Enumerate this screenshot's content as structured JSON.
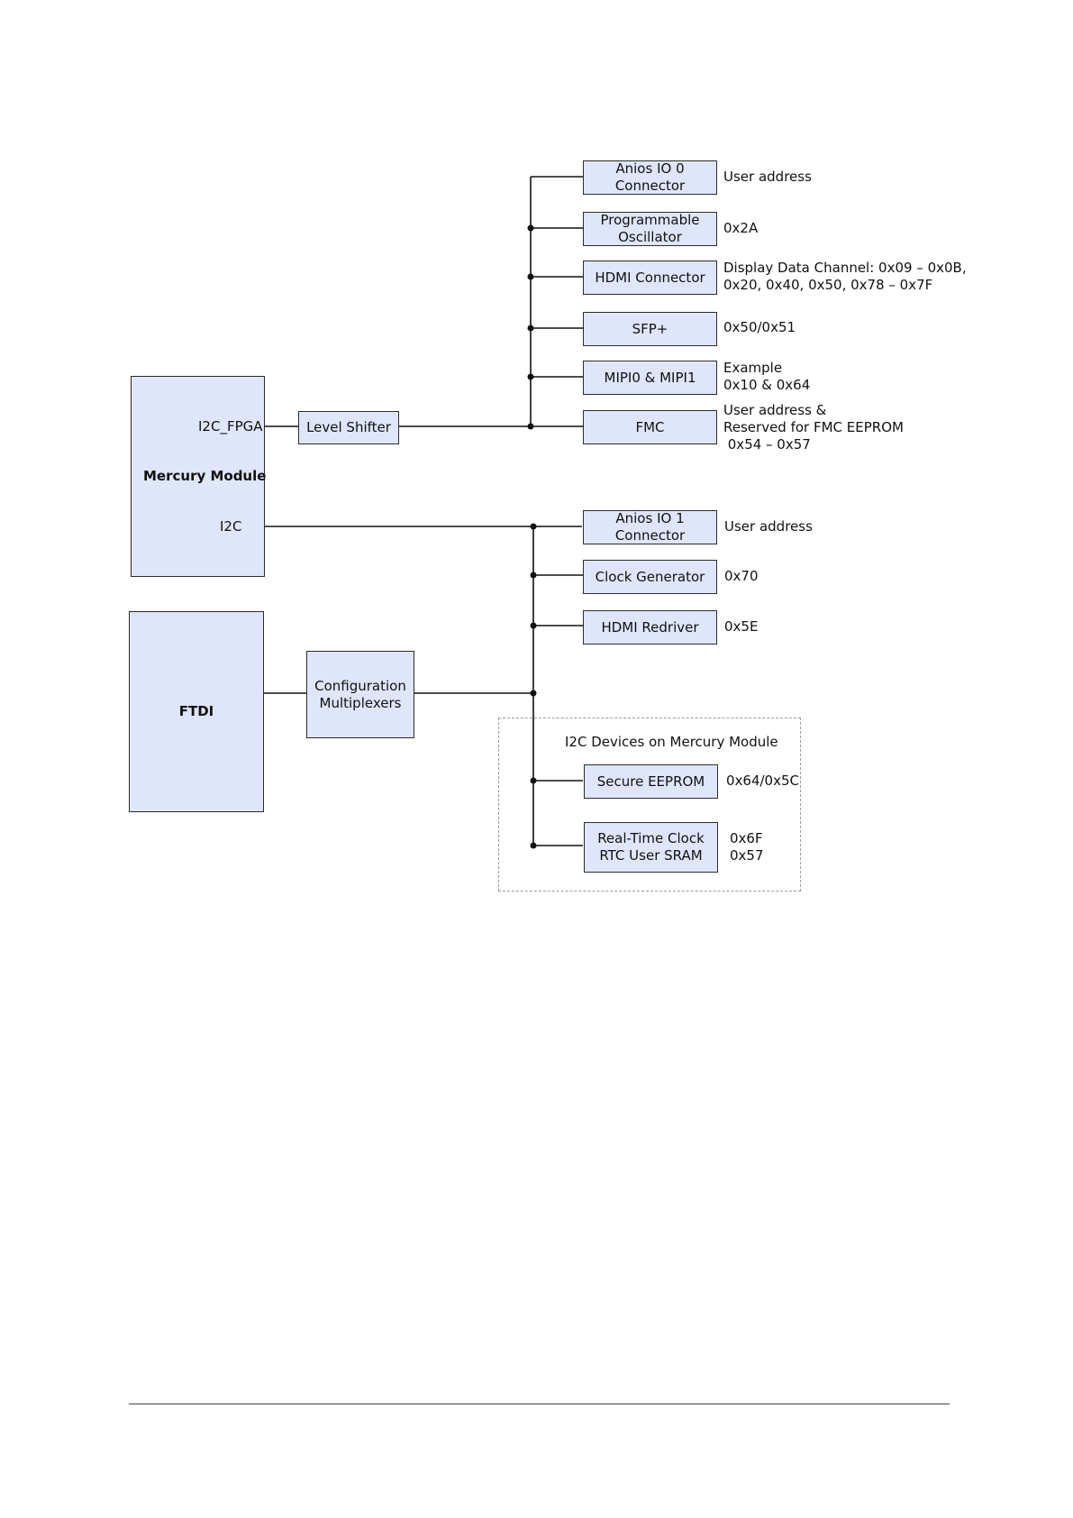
{
  "diagram": {
    "mercury_module": {
      "title": "Mercury Module",
      "port_fpga": "I2C_FPGA",
      "port_i2c": "I2C"
    },
    "ftdi": {
      "title": "FTDI"
    },
    "level_shifter": "Level Shifter",
    "config_mux": "Configuration\nMultiplexers",
    "upper_bus_devices": [
      {
        "name": "Anios IO 0\nConnector",
        "address": "User address"
      },
      {
        "name": "Programmable\nOscillator",
        "address": "0x2A"
      },
      {
        "name": "HDMI Connector",
        "address": "Display Data Channel: 0x09 – 0x0B,\n0x20, 0x40, 0x50, 0x78 – 0x7F"
      },
      {
        "name": "SFP+",
        "address": "0x50/0x51"
      },
      {
        "name": "MIPI0 & MIPI1",
        "address": "Example\n0x10 & 0x64"
      },
      {
        "name": "FMC",
        "address": "User address &\nReserved for FMC EEPROM\n 0x54 – 0x57"
      }
    ],
    "lower_bus_devices": [
      {
        "name": "Anios IO 1\nConnector",
        "address": "User address"
      },
      {
        "name": "Clock Generator",
        "address": "0x70"
      },
      {
        "name": "HDMI Redriver",
        "address": "0x5E"
      }
    ],
    "module_group": {
      "title": "I2C Devices on Mercury Module",
      "devices": [
        {
          "name": "Secure EEPROM",
          "address": "0x64/0x5C"
        },
        {
          "name": "Real-Time Clock\nRTC User SRAM",
          "address": "0x6F\n0x57"
        }
      ]
    },
    "colors": {
      "box_fill": "#dfe6fb",
      "line": "#111111",
      "group_border": "#9a9a9a"
    }
  }
}
